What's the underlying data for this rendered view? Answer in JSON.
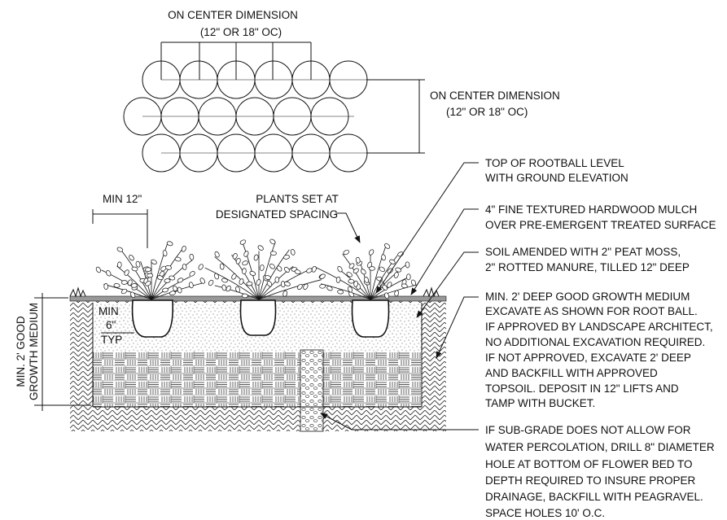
{
  "title": "",
  "plan_view": {
    "top_dimension": {
      "line1": "ON CENTER DIMENSION",
      "line2": "(12\" OR 18\" OC)"
    },
    "side_dimension": {
      "line1": "ON CENTER DIMENSION",
      "line2": "(12\" OR 18\" OC)"
    },
    "rows": [
      6,
      6,
      6
    ]
  },
  "section_view": {
    "min_spacing": "MIN 12\"",
    "plants_label": {
      "line1": "PLANTS SET AT",
      "line2": "DESIGNATED SPACING"
    },
    "depth_label": {
      "line1": "MIN. 2' GOOD",
      "line2": "GROWTH MEDIUM"
    },
    "rootball_gap": {
      "line1": "MIN",
      "line2": "6\"",
      "line3": "TYP"
    }
  },
  "callouts": [
    {
      "lines": [
        "TOP OF ROOTBALL LEVEL",
        "WITH GROUND ELEVATION"
      ]
    },
    {
      "lines": [
        "4\" FINE TEXTURED HARDWOOD MULCH",
        "OVER PRE-EMERGENT TREATED SURFACE"
      ]
    },
    {
      "lines": [
        "SOIL AMENDED WITH 2\" PEAT MOSS,",
        "2\" ROTTED MANURE, TILLED 12\" DEEP"
      ]
    },
    {
      "lines": [
        "MIN. 2' DEEP GOOD GROWTH MEDIUM",
        "EXCAVATE AS SHOWN FOR ROOT BALL.",
        "IF APPROVED BY LANDSCAPE ARCHITECT,",
        "NO ADDITIONAL EXCAVATION REQUIRED.",
        "IF NOT APPROVED, EXCAVATE 2' DEEP",
        "AND BACKFILL WITH APPROVED",
        "TOPSOIL.  DEPOSIT IN 12\" LIFTS AND",
        "TAMP WITH BUCKET."
      ]
    },
    {
      "lines": [
        "IF SUB-GRADE DOES NOT ALLOW FOR",
        "WATER PERCOLATION, DRILL 8\" DIAMETER",
        "HOLE AT BOTTOM OF FLOWER BED TO",
        "DEPTH REQUIRED TO INSURE PROPER",
        "DRAINAGE, BACKFILL WITH PEAGRAVEL.",
        "SPACE HOLES 10' O.C."
      ]
    }
  ]
}
